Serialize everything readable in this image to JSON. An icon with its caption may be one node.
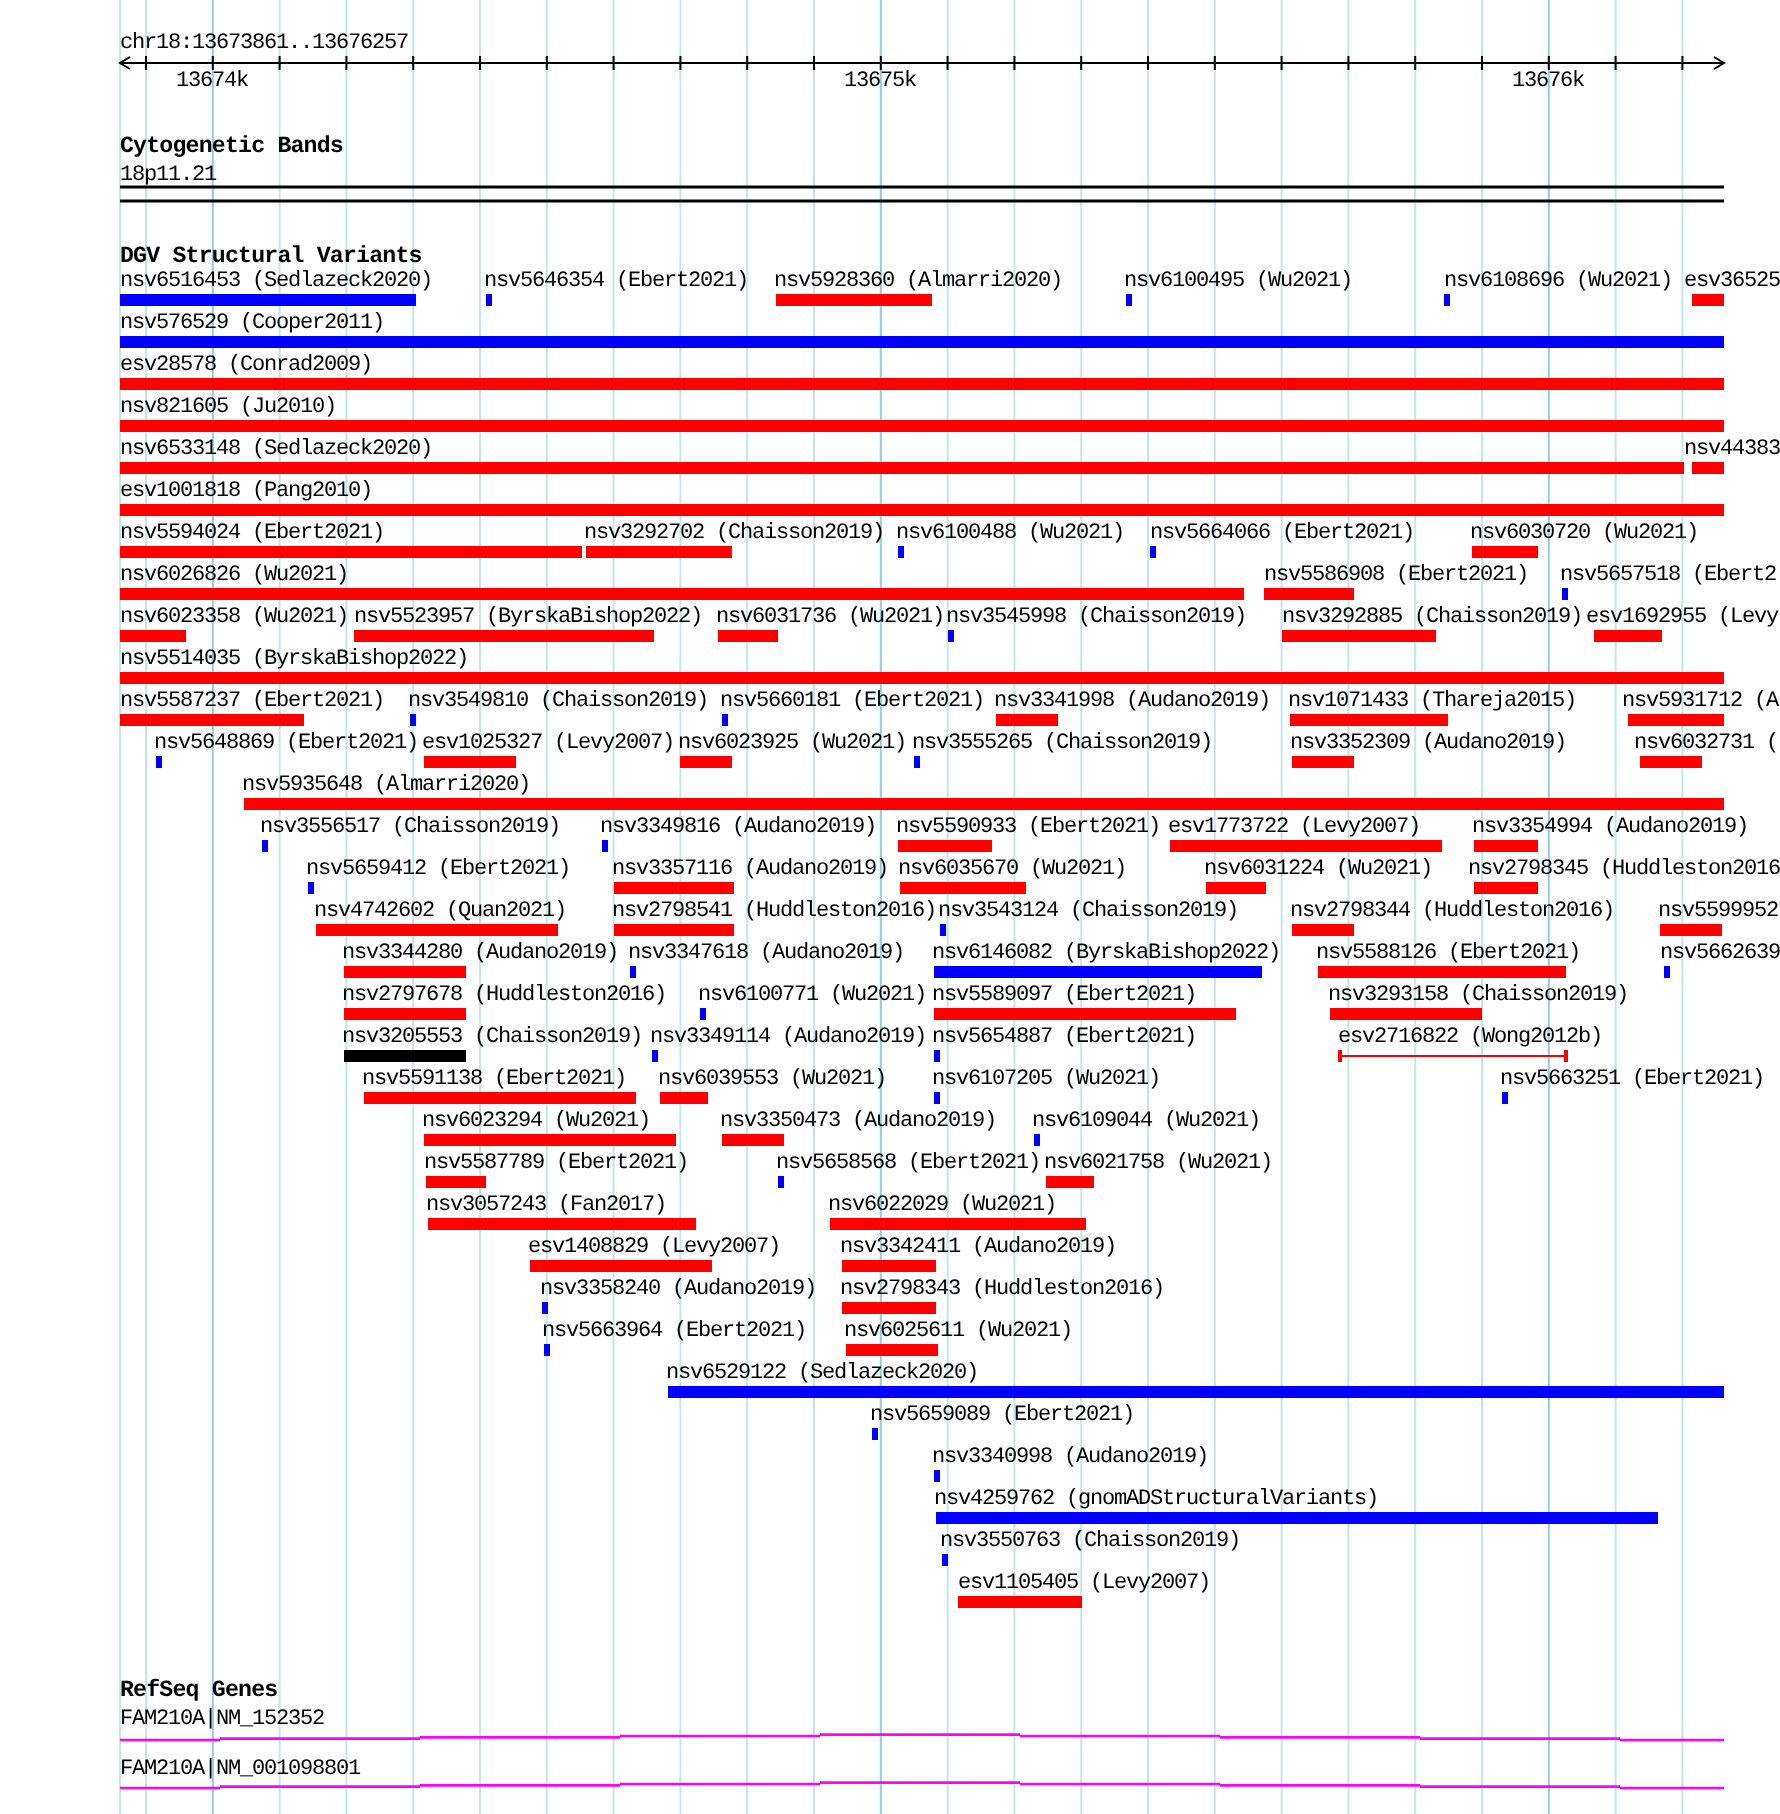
{
  "diagram": {
    "labels": [
      "chr18:13673861..13676257",
      "13674k",
      "13675k",
      "13676k",
      "Cytogenetic Bands",
      "18p11.21",
      "DGV Structural Variants",
      "nsv6516453 (Sedlazeck2020)",
      "nsv5646354 (Ebert2021)",
      "nsv5928360 (Almarri2020)",
      "nsv6100495 (Wu2021)",
      "nsv6108696 (Wu2021)",
      "esv36525",
      "nsv576529 (Cooper2011)",
      "esv28578 (Conrad2009)",
      "nsv821605 (Ju2010)",
      "nsv6533148 (Sedlazeck2020)",
      "nsv44383",
      "esv1001818 (Pang2010)",
      "nsv5594024 (Ebert2021)",
      "nsv3292702 (Chaisson2019)",
      "nsv6100488 (Wu2021)",
      "nsv5664066 (Ebert2021)",
      "nsv6030720 (Wu2021)",
      "nsv6026826 (Wu2021)",
      "nsv5586908 (Ebert2021)",
      "nsv5657518 (Ebert2",
      "nsv6023358 (Wu2021)",
      "nsv5523957 (ByrskaBishop2022)",
      "nsv6031736 (Wu2021)",
      "nsv3545998 (Chaisson2019)",
      "nsv3292885 (Chaisson2019)",
      "esv1692955 (Levy",
      "nsv5514035 (ByrskaBishop2022)",
      "nsv5587237 (Ebert2021)",
      "nsv3549810 (Chaisson2019)",
      "nsv5660181 (Ebert2021)",
      "nsv3341998 (Audano2019)",
      "nsv1071433 (Thareja2015)",
      "nsv5931712 (A",
      "nsv5648869 (Ebert2021)",
      "esv1025327 (Levy2007)",
      "nsv6023925 (Wu2021)",
      "nsv3555265 (Chaisson2019)",
      "nsv3352309 (Audano2019)",
      "nsv6032731 (",
      "nsv5935648 (Almarri2020)",
      "nsv3556517 (Chaisson2019)",
      "nsv3349816 (Audano2019)",
      "nsv5590933 (Ebert2021)",
      "esv1773722 (Levy2007)",
      "nsv3354994 (Audano2019)",
      "nsv5659412 (Ebert2021)",
      "nsv3357116 (Audano2019)",
      "nsv6035670 (Wu2021)",
      "nsv6031224 (Wu2021)",
      "nsv2798345 (Huddleston2016",
      "nsv4742602 (Quan2021)",
      "nsv2798541 (Huddleston2016)",
      "nsv3543124 (Chaisson2019)",
      "nsv2798344 (Huddleston2016)",
      "nsv5599952",
      "nsv3344280 (Audano2019)",
      "nsv3347618 (Audano2019)",
      "nsv6146082 (ByrskaBishop2022)",
      "nsv5588126 (Ebert2021)",
      "nsv5662639",
      "nsv2797678 (Huddleston2016)",
      "nsv6100771 (Wu2021)",
      "nsv5589097 (Ebert2021)",
      "nsv3293158 (Chaisson2019)",
      "nsv3205553 (Chaisson2019)",
      "nsv3349114 (Audano2019)",
      "nsv5654887 (Ebert2021)",
      "esv2716822 (Wong2012b)",
      "nsv5591138 (Ebert2021)",
      "nsv6039553 (Wu2021)",
      "nsv6107205 (Wu2021)",
      "nsv5663251 (Ebert2021)",
      "nsv6023294 (Wu2021)",
      "nsv3350473 (Audano2019)",
      "nsv6109044 (Wu2021)",
      "nsv5587789 (Ebert2021)",
      "nsv5658568 (Ebert2021)",
      "nsv6021758 (Wu2021)",
      "nsv3057243 (Fan2017)",
      "nsv6022029 (Wu2021)",
      "esv1408829 (Levy2007)",
      "nsv3342411 (Audano2019)",
      "nsv3358240 (Audano2019)",
      "nsv2798343 (Huddleston2016)",
      "nsv5663964 (Ebert2021)",
      "nsv6025611 (Wu2021)",
      "nsv6529122 (Sedlazeck2020)",
      "nsv5659089 (Ebert2021)",
      "nsv3340998 (Audano2019)",
      "nsv4259762 (gnomADStructuralVariants)",
      "nsv3550763 (Chaisson2019)",
      "esv1105405 (Levy2007)",
      "RefSeq Genes",
      "FAM210A|NM_152352",
      "FAM210A|NM_001098801"
    ]
  }
}
